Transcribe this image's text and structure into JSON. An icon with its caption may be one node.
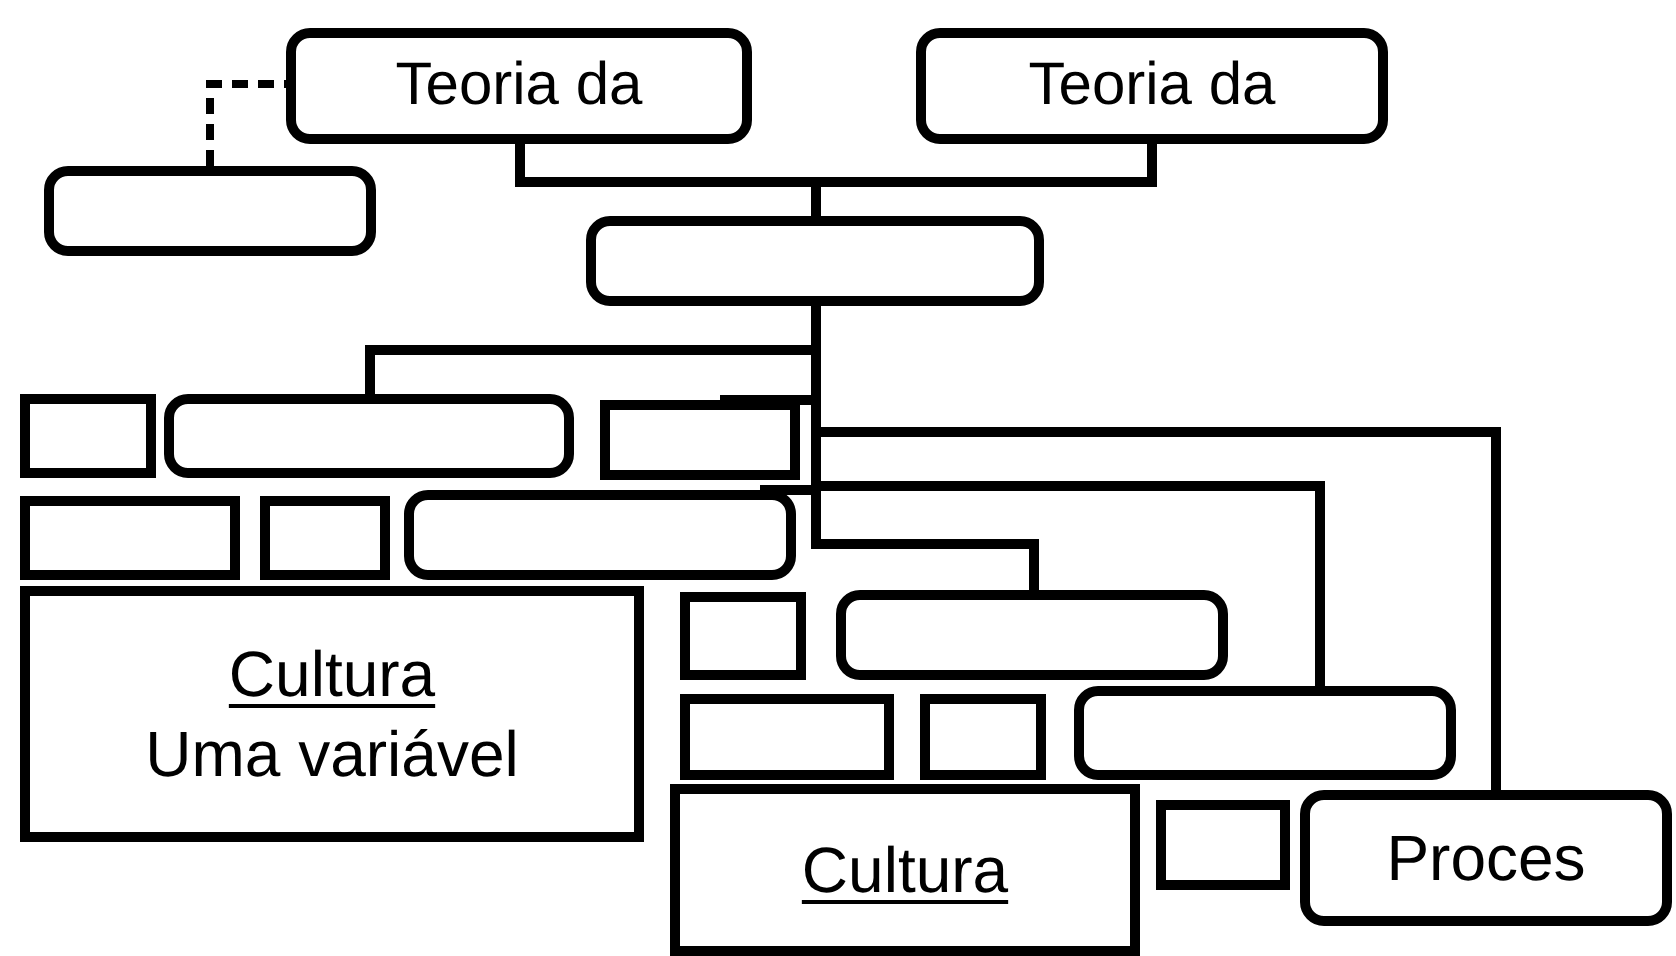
{
  "diagram": {
    "nodes": [
      {
        "text": [
          "Teoria da"
        ]
      },
      {
        "text": [
          "Teoria da"
        ]
      },
      {
        "text": [],
        "shape": "box"
      },
      {
        "text": [],
        "shape": "box"
      },
      {
        "text": [],
        "shape": "box"
      },
      {
        "text": [],
        "shape": "box"
      },
      {
        "text": [],
        "shape": "box"
      },
      {
        "text": [],
        "shape": "box"
      },
      {
        "text": [],
        "shape": "box"
      },
      {
        "text": [],
        "shape": "box"
      },
      {
        "text": [
          "Cultura",
          "Uma variável"
        ]
      },
      {
        "text": [],
        "shape": "box"
      },
      {
        "text": [],
        "shape": "box"
      },
      {
        "text": [],
        "shape": "box"
      },
      {
        "text": [],
        "shape": "box"
      },
      {
        "text": [],
        "shape": "box"
      },
      {
        "text": [
          "Cultura"
        ]
      },
      {
        "text": [],
        "shape": "box"
      },
      {
        "text": [
          "Proces"
        ]
      }
    ],
    "edges": [
      {
        "from": 2,
        "to": 0,
        "arrow": "none",
        "style": "dashed"
      },
      {
        "from": 0,
        "to": 3,
        "arrow": "none"
      },
      {
        "from": 1,
        "to": 3,
        "arrow": "none"
      },
      {
        "from": 3,
        "to": 5,
        "arrow": "none"
      },
      {
        "from": 3,
        "to": 6,
        "arrow": "none"
      },
      {
        "from": 3,
        "to": 9,
        "arrow": "none"
      },
      {
        "from": 3,
        "to": 12,
        "arrow": "none"
      },
      {
        "from": 3,
        "to": 15,
        "arrow": "none"
      },
      {
        "from": 3,
        "to": 18,
        "arrow": "none"
      }
    ]
  }
}
